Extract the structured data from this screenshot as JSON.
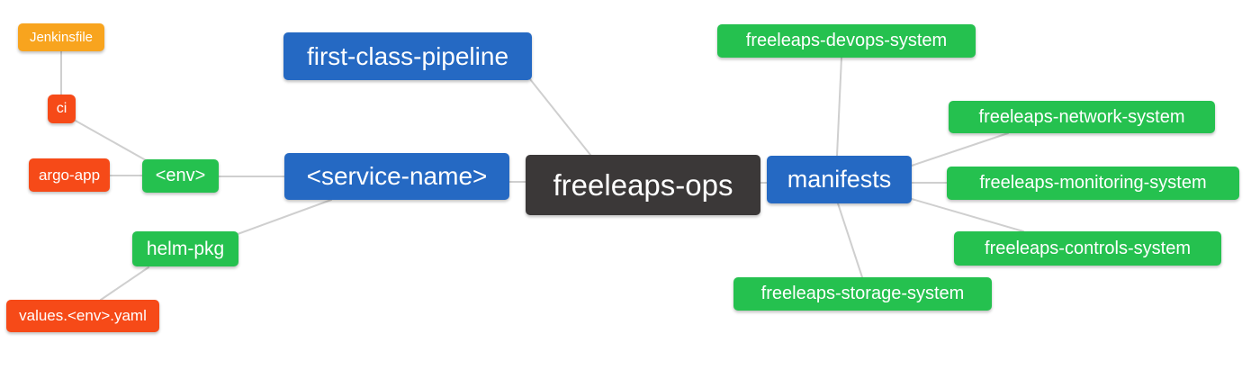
{
  "diagram": {
    "title": "freeleaps-ops repository mind map",
    "background": "#ffffff",
    "edge_color": "#cfcfcf",
    "palette": {
      "blue": "#2569c3",
      "green": "#25c14f",
      "red": "#f64a18",
      "orange": "#f8a41e",
      "dark": "#3b3838"
    },
    "nodes": [
      {
        "id": "jenkinsfile",
        "label": "Jenkinsfile",
        "color": "orange"
      },
      {
        "id": "ci",
        "label": "ci",
        "color": "red"
      },
      {
        "id": "argo-app",
        "label": "argo-app",
        "color": "red"
      },
      {
        "id": "env",
        "label": "<env>",
        "color": "green"
      },
      {
        "id": "helm-pkg",
        "label": "helm-pkg",
        "color": "green"
      },
      {
        "id": "values-env-yaml",
        "label": "values.<env>.yaml",
        "color": "red"
      },
      {
        "id": "first-class-pipeline",
        "label": "first-class-pipeline",
        "color": "blue"
      },
      {
        "id": "service-name",
        "label": "<service-name>",
        "color": "blue"
      },
      {
        "id": "freeleaps-ops",
        "label": "freeleaps-ops",
        "color": "dark"
      },
      {
        "id": "manifests",
        "label": "manifests",
        "color": "blue"
      },
      {
        "id": "freeleaps-devops-system",
        "label": "freeleaps-devops-system",
        "color": "green"
      },
      {
        "id": "freeleaps-network-system",
        "label": "freeleaps-network-system",
        "color": "green"
      },
      {
        "id": "freeleaps-monitoring-system",
        "label": "freeleaps-monitoring-system",
        "color": "green"
      },
      {
        "id": "freeleaps-controls-system",
        "label": "freeleaps-controls-system",
        "color": "green"
      },
      {
        "id": "freeleaps-storage-system",
        "label": "freeleaps-storage-system",
        "color": "green"
      }
    ],
    "edges": [
      [
        "jenkinsfile",
        "ci"
      ],
      [
        "ci",
        "env"
      ],
      [
        "argo-app",
        "env"
      ],
      [
        "env",
        "service-name"
      ],
      [
        "helm-pkg",
        "service-name"
      ],
      [
        "values-env-yaml",
        "helm-pkg"
      ],
      [
        "first-class-pipeline",
        "freeleaps-ops"
      ],
      [
        "service-name",
        "freeleaps-ops"
      ],
      [
        "freeleaps-ops",
        "manifests"
      ],
      [
        "manifests",
        "freeleaps-devops-system"
      ],
      [
        "manifests",
        "freeleaps-network-system"
      ],
      [
        "manifests",
        "freeleaps-monitoring-system"
      ],
      [
        "manifests",
        "freeleaps-controls-system"
      ],
      [
        "manifests",
        "freeleaps-storage-system"
      ]
    ]
  }
}
